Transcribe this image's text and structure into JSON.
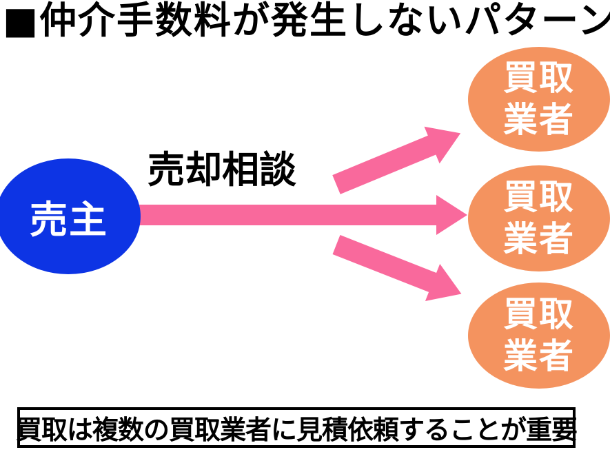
{
  "title": "■仲介手数料が発生しないパターン",
  "seller": {
    "label": "売主"
  },
  "arrow_label": "売却相談",
  "buyers": [
    {
      "line1": "買取",
      "line2": "業者"
    },
    {
      "line1": "買取",
      "line2": "業者"
    },
    {
      "line1": "買取",
      "line2": "業者"
    }
  ],
  "note": {
    "text": "買取は複数の買取業者に見積依頼することが重要"
  },
  "colors": {
    "seller_blue": "#0d34e4",
    "buyer_orange": "#f4935f",
    "arrow_pink": "#f9699c"
  }
}
